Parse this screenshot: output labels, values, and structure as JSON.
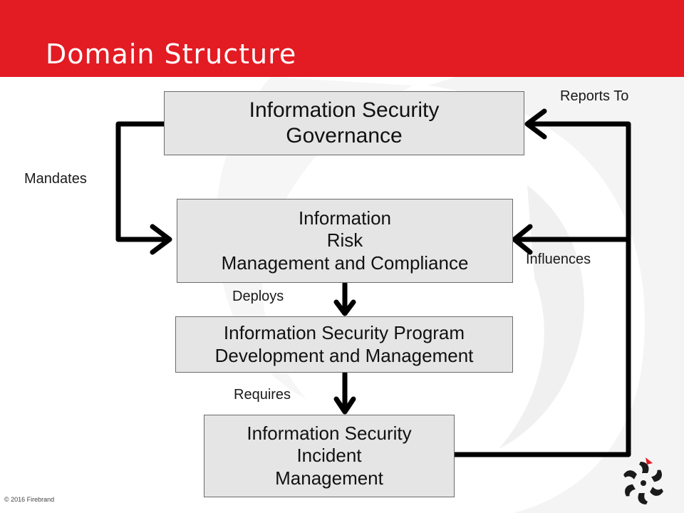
{
  "slide": {
    "title": "Domain Structure",
    "copyright": "© 2016 Firebrand",
    "accent_color": "#e31b23"
  },
  "diagram": {
    "boxes": {
      "governance": "Information Security\nGovernance",
      "risk": "Information\nRisk\nManagement and Compliance",
      "program": "Information Security Program\nDevelopment and Management",
      "incident": "Information Security\nIncident\nManagement"
    },
    "labels": {
      "reports_to": "Reports To",
      "mandates": "Mandates",
      "influences": "Influences",
      "deploys": "Deploys",
      "requires": "Requires"
    }
  },
  "icons": {
    "logo": "firebrand-logo-icon"
  }
}
